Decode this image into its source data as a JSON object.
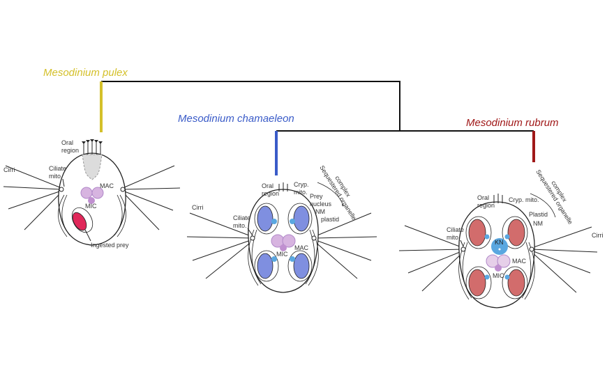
{
  "species": {
    "pulex": {
      "name": "Mesodinium pulex",
      "color": "#d4c02a"
    },
    "chamaeleon": {
      "name": "Mesodinium chamaeleon",
      "color": "#3a5bc8"
    },
    "rubrum": {
      "name": "Mesodinium rubrum",
      "color": "#a01818"
    }
  },
  "tree_color": "#111111",
  "labels": {
    "pulex": {
      "oral1": "Oral",
      "oral2": "region",
      "cirri": "Cirri",
      "ciliate1": "Ciliate",
      "ciliate2": "mito.",
      "mac": "MAC",
      "mic": "MIC",
      "prey": "Ingested prey"
    },
    "chamaeleon": {
      "oral1": "Oral",
      "oral2": "region",
      "cryp1": "Cryp.",
      "cryp2": "mito.",
      "prey1": "Prey",
      "prey2": "nucleus",
      "nm": "NM",
      "plastid": "plastid",
      "seq1": "Sequestered organelle",
      "seq2": "complex",
      "cirri": "Cirri",
      "ciliate1": "Ciliate",
      "ciliate2": "mito.",
      "mac": "MAC",
      "mic": "MIC"
    },
    "rubrum": {
      "oral1": "Oral",
      "oral2": "region",
      "cryp": "Cryp. mito.",
      "plastid": "Plastid",
      "nm": "NM",
      "seq1": "Sequestered organelle",
      "seq2": "complex",
      "ciliate1": "Ciliate",
      "ciliate2": "mito.",
      "cirri": "Cirri",
      "kn": "KN",
      "mac": "MAC",
      "mic": "MIC"
    }
  },
  "organelle_colors": {
    "nucleus_purple": "#d7b4e0",
    "plastid_blue": "#7f8fe0",
    "plastid_red": "#d26c6c",
    "mito_blue": "#5aa7e0",
    "prey_pink": "#e0285a",
    "oral_gray": "#dcdcdc"
  }
}
